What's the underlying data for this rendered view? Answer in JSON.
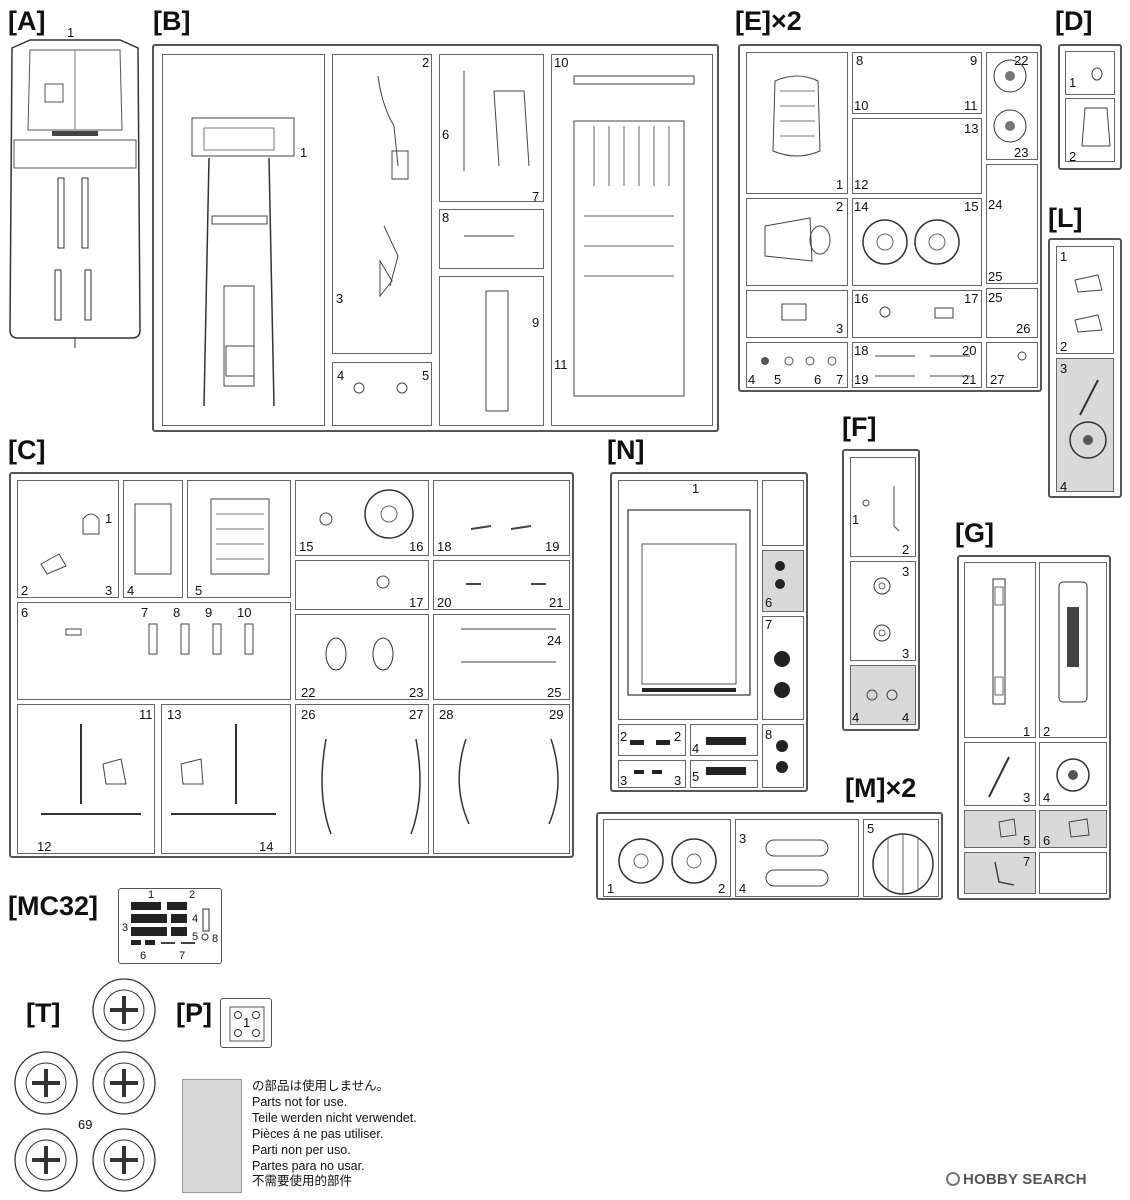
{
  "parts": {
    "A": {
      "label": "[A]",
      "n": [
        "1"
      ]
    },
    "B": {
      "label": "[B]",
      "n": [
        "1",
        "2",
        "3",
        "4",
        "5",
        "6",
        "7",
        "8",
        "9",
        "10",
        "11"
      ]
    },
    "E": {
      "label": "[E]×2",
      "n": [
        "1",
        "2",
        "3",
        "4",
        "5",
        "6",
        "7",
        "8",
        "9",
        "10",
        "11",
        "12",
        "13",
        "14",
        "15",
        "16",
        "17",
        "18",
        "19",
        "20",
        "21",
        "22",
        "23",
        "24",
        "25",
        "25",
        "26",
        "27"
      ]
    },
    "D": {
      "label": "[D]",
      "n": [
        "1",
        "2"
      ]
    },
    "L": {
      "label": "[L]",
      "n": [
        "1",
        "2",
        "3",
        "4"
      ]
    },
    "C": {
      "label": "[C]",
      "n": [
        "1",
        "2",
        "3",
        "4",
        "5",
        "6",
        "7",
        "8",
        "9",
        "10",
        "11",
        "12",
        "13",
        "14",
        "15",
        "16",
        "17",
        "18",
        "19",
        "20",
        "21",
        "22",
        "23",
        "24",
        "25",
        "26",
        "27",
        "28",
        "29"
      ]
    },
    "N": {
      "label": "[N]",
      "n": [
        "1",
        "2",
        "2",
        "3",
        "3",
        "4",
        "5",
        "6",
        "7",
        "8"
      ]
    },
    "F": {
      "label": "[F]",
      "n": [
        "1",
        "2",
        "3",
        "3",
        "4",
        "4"
      ]
    },
    "G": {
      "label": "[G]",
      "n": [
        "1",
        "2",
        "3",
        "4",
        "5",
        "6",
        "7"
      ]
    },
    "M": {
      "label": "[M]×2",
      "n": [
        "1",
        "2",
        "3",
        "4",
        "5"
      ]
    },
    "MC32": {
      "label": "[MC32]",
      "n": [
        "1",
        "2",
        "3",
        "4",
        "5",
        "6",
        "7",
        "8"
      ]
    },
    "T": {
      "label": "[T]",
      "n": [
        "69"
      ]
    },
    "P": {
      "label": "[P]",
      "n": [
        "1"
      ]
    }
  },
  "legend": {
    "lines": [
      "の部品は使用しません。",
      "Parts not for use.",
      "Teile werden nicht verwendet.",
      "Pièces á ne pas utiliser.",
      "Parti non per uso.",
      "Partes para no usar.",
      "不需要使用的部件"
    ],
    "shade_color": "#d9d9d9"
  },
  "watermark": "HOBBY SEARCH"
}
